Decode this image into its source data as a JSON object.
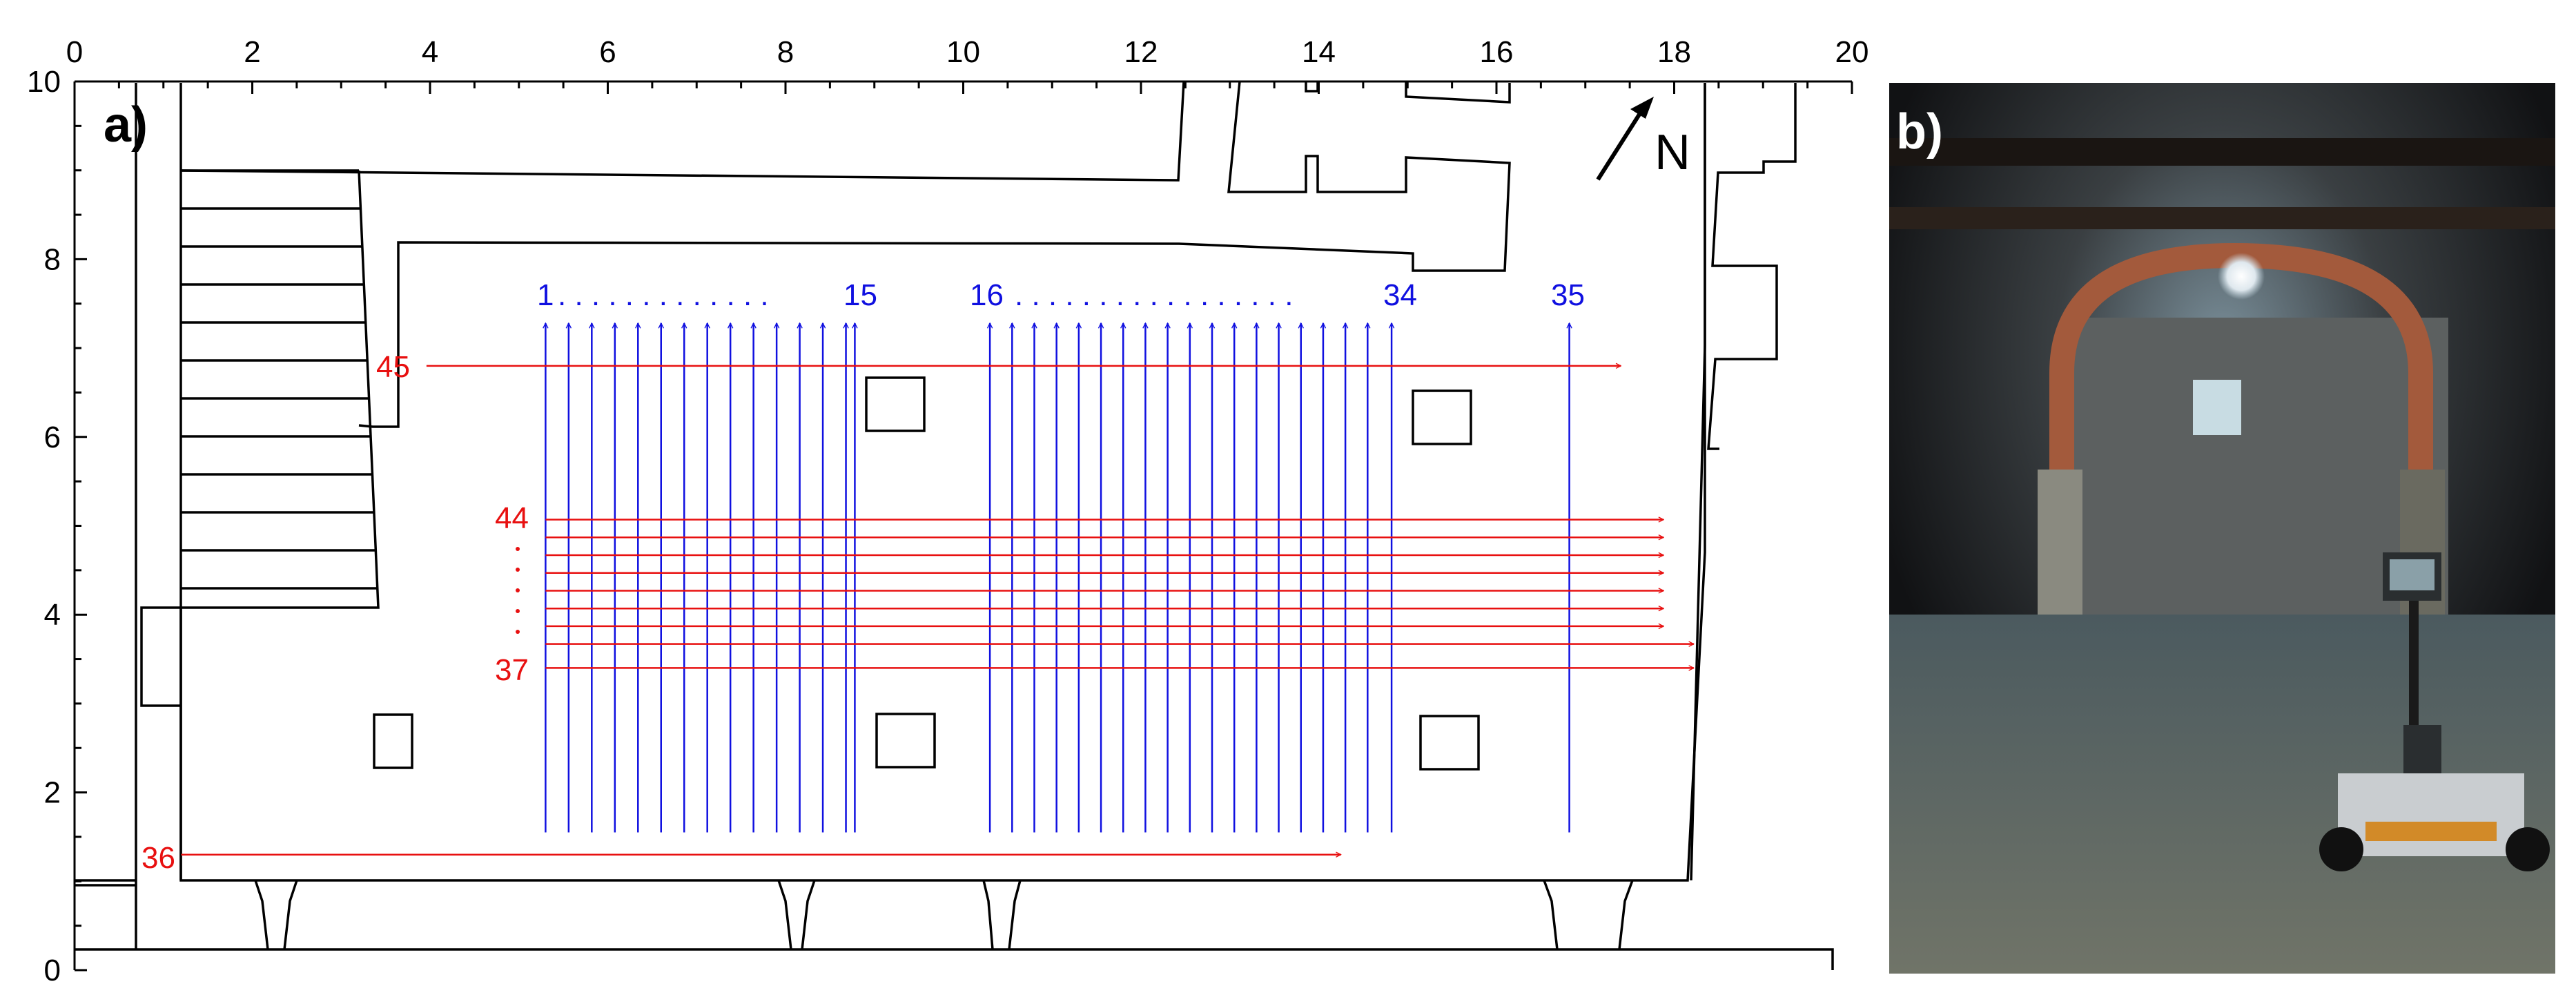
{
  "panel_a": {
    "label": "a)",
    "north_label": "N",
    "x_ticks": [
      "0",
      "2",
      "4",
      "6",
      "8",
      "10",
      "12",
      "14",
      "16",
      "18",
      "20"
    ],
    "y_ticks": [
      "0",
      "2",
      "4",
      "6",
      "8",
      "10"
    ],
    "xlim": [
      0,
      20
    ],
    "ylim": [
      0,
      10
    ]
  },
  "profiles": {
    "group1_start_label": "1",
    "group1_dots": ". . . . . . . . . . . . .",
    "group1_end_label": "15",
    "group2_start_label": "16",
    "group2_dots": ". . . . . . . . . . . . . . . . .",
    "group2_end_label": "34",
    "single_label": "35",
    "label_45": "45",
    "label_44": "44",
    "label_37": "37",
    "label_36": "36",
    "vertical_x": [
      5.3,
      5.56,
      5.82,
      6.08,
      6.34,
      6.6,
      6.86,
      7.12,
      7.38,
      7.64,
      7.9,
      8.16,
      8.42,
      8.68,
      8.78,
      10.3,
      10.55,
      10.8,
      11.05,
      11.3,
      11.55,
      11.8,
      12.05,
      12.3,
      12.55,
      12.8,
      13.05,
      13.3,
      13.55,
      13.8,
      14.05,
      14.3,
      14.55,
      14.82,
      16.82
    ],
    "vertical_y_range": [
      1.55,
      7.28
    ],
    "horizontal": [
      {
        "y": 6.8,
        "x_start": 3.96,
        "x_end": 17.4
      },
      {
        "y": 5.07,
        "x_start": 5.3,
        "x_end": 17.88
      },
      {
        "y": 4.87,
        "x_start": 5.3,
        "x_end": 17.88
      },
      {
        "y": 4.67,
        "x_start": 5.3,
        "x_end": 17.88
      },
      {
        "y": 4.47,
        "x_start": 5.3,
        "x_end": 17.88
      },
      {
        "y": 4.27,
        "x_start": 5.3,
        "x_end": 17.88
      },
      {
        "y": 4.07,
        "x_start": 5.3,
        "x_end": 17.88
      },
      {
        "y": 3.87,
        "x_start": 5.3,
        "x_end": 17.88
      },
      {
        "y": 3.67,
        "x_start": 5.3,
        "x_end": 18.22
      },
      {
        "y": 3.4,
        "x_start": 5.3,
        "x_end": 18.22
      },
      {
        "y": 1.3,
        "x_start": 1.2,
        "x_end": 14.25
      }
    ]
  },
  "panel_b": {
    "label": "b)"
  },
  "colors": {
    "blue": "#1010e0",
    "red": "#e81010",
    "plan": "#000000"
  }
}
